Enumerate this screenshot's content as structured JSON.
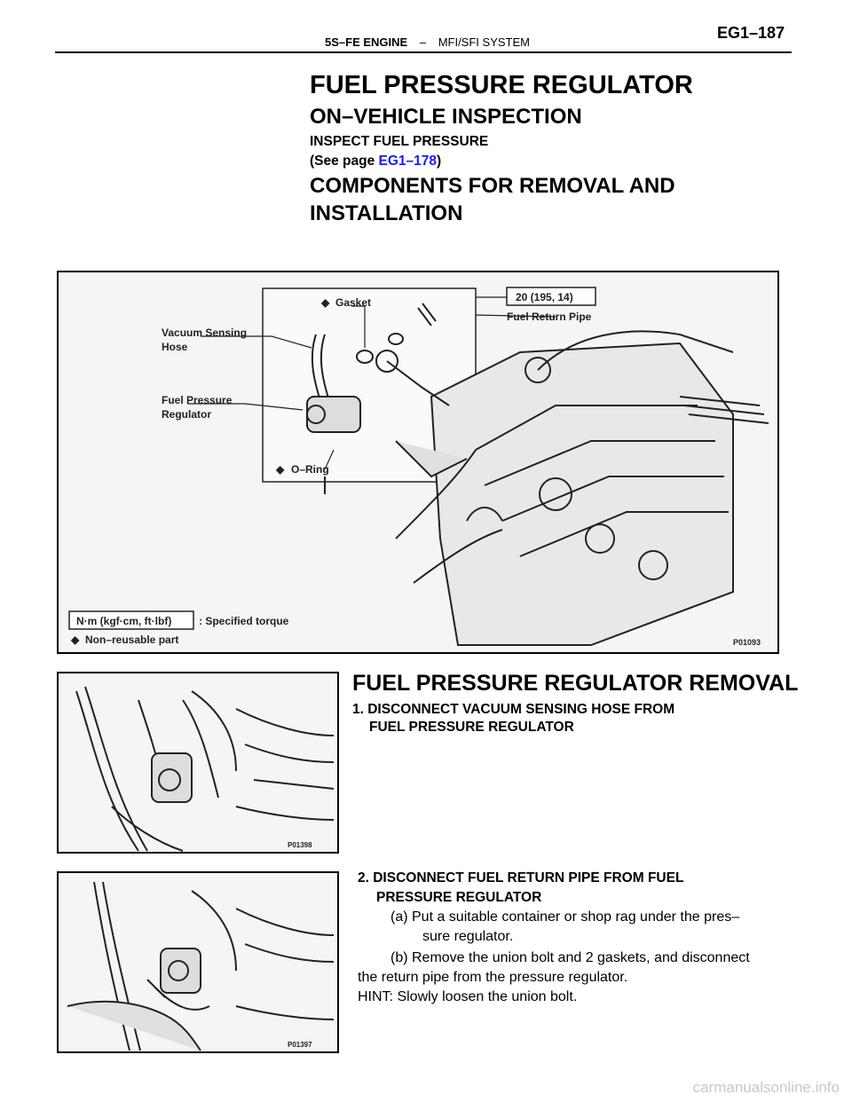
{
  "header": {
    "section": "5S–FE ENGINE",
    "sep": "–",
    "subsection": "MFI/SFI SYSTEM",
    "page": "EG1–187"
  },
  "titles": {
    "main": "FUEL PRESSURE REGULATOR",
    "inspection": "ON–VEHICLE INSPECTION",
    "inspect_step": "INSPECT FUEL PRESSURE",
    "see_prefix": "(See page ",
    "see_link": "EG1–178",
    "see_suffix": ")",
    "components_1": "COMPONENTS FOR REMOVAL AND",
    "components_2": "INSTALLATION"
  },
  "figure1": {
    "gasket": "Gasket",
    "torque": "20 (195, 14)",
    "return_pipe": "Fuel Return Pipe",
    "vacuum_1": "Vacuum Sensing",
    "vacuum_2": "Hose",
    "regulator_1": "Fuel Pressure",
    "regulator_2": "Regulator",
    "oring": "O–Ring",
    "legend_box": "N·m (kgf·cm, ft·lbf)",
    "legend_torque": ": Specified torque",
    "legend_nonreuse": "Non–reusable part",
    "code": "P01093"
  },
  "removal": {
    "title": "FUEL PRESSURE REGULATOR REMOVAL",
    "step1_a": "1. DISCONNECT VACUUM SENSING HOSE FROM",
    "step1_b": "FUEL PRESSURE REGULATOR",
    "fig2_code": "P01398",
    "step2_a": "2. DISCONNECT FUEL RETURN PIPE FROM FUEL",
    "step2_b": "PRESSURE REGULATOR",
    "sub_a1": "(a) Put a suitable container or shop rag under the pres–",
    "sub_a2": "sure regulator.",
    "sub_b1": "(b) Remove the union bolt and 2 gaskets, and disconnect",
    "sub_b2": "the return pipe from the pressure regulator.",
    "hint": "HINT: Slowly loosen the union bolt.",
    "fig3_code": "P01397"
  },
  "watermark": "carmanualsonline.info"
}
